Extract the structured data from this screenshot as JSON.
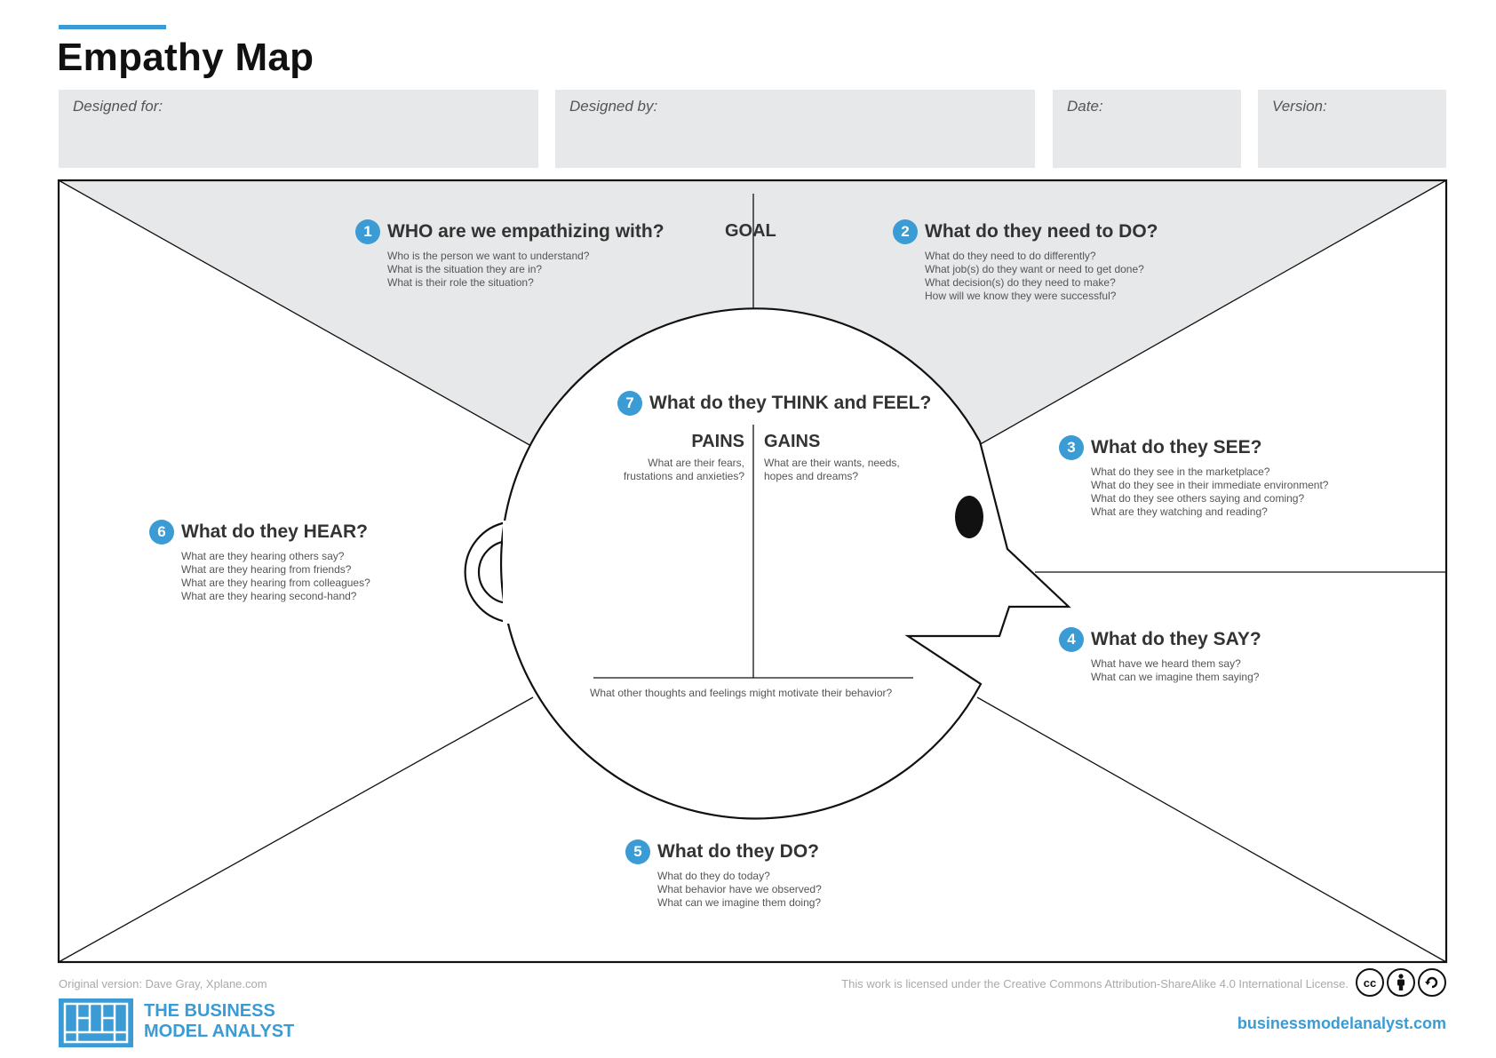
{
  "page": {
    "title": "Empathy Map"
  },
  "fields": {
    "designed_for": "Designed for:",
    "designed_by": "Designed by:",
    "date": "Date:",
    "version": "Version:"
  },
  "goal_label": "GOAL",
  "sections": {
    "who": {
      "number": "1",
      "title": "WHO are we empathizing with?",
      "lines": [
        "Who is the person we want to understand?",
        "What is the situation they are in?",
        "What is their role the situation?"
      ]
    },
    "do_need": {
      "number": "2",
      "title": "What do they need to DO?",
      "lines": [
        "What do they need to do differently?",
        "What job(s) do they want or need to get done?",
        "What decision(s) do they need to make?",
        "How will we know they were successful?"
      ]
    },
    "see": {
      "number": "3",
      "title": "What do they SEE?",
      "lines": [
        "What do they see in the marketplace?",
        "What do they see in their immediate environment?",
        "What do they see others saying and coming?",
        "What are they watching and reading?"
      ]
    },
    "say": {
      "number": "4",
      "title": "What do they SAY?",
      "lines": [
        "What have we heard them say?",
        "What can we imagine them saying?"
      ]
    },
    "do": {
      "number": "5",
      "title": "What do they DO?",
      "lines": [
        "What do they do today?",
        "What behavior have we observed?",
        "What can we imagine them doing?"
      ]
    },
    "hear": {
      "number": "6",
      "title": "What do they HEAR?",
      "lines": [
        "What are they hearing others say?",
        "What are they hearing from friends?",
        "What are they hearing from colleagues?",
        "What are they hearing second-hand?"
      ]
    },
    "think_feel": {
      "number": "7",
      "title": "What do they THINK and FEEL?"
    }
  },
  "pains": {
    "title": "PAINS",
    "lines": [
      "What are their fears,",
      "frustations and anxieties?"
    ]
  },
  "gains": {
    "title": "GAINS",
    "lines": [
      "What are their wants, needs,",
      "hopes and dreams?"
    ]
  },
  "other_thoughts": "What other thoughts and feelings might motivate their behavior?",
  "footer": {
    "credit": "Original version: Dave Gray, Xplane.com",
    "license": "This work is licensed under the Creative Commons Attribution-ShareAlike 4.0 International License.",
    "logo_line1": "THE BUSINESS",
    "logo_line2": "MODEL ANALYST",
    "url": "businessmodelanalyst.com",
    "cc_icons": [
      "cc-icon",
      "by-icon",
      "sa-icon"
    ]
  },
  "colors": {
    "accent": "#3a9bd5",
    "shade": "#e7e8e9",
    "line": "#111111"
  }
}
